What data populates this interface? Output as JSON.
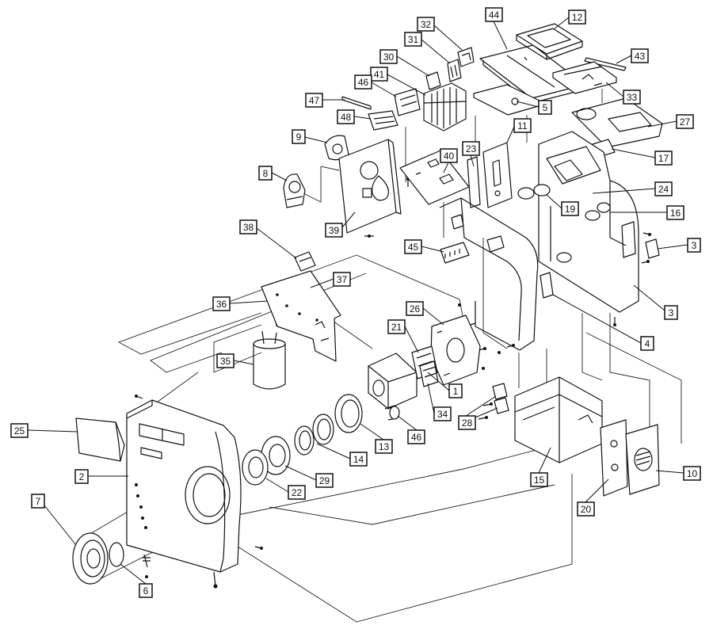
{
  "diagram": {
    "labels": [
      "44",
      "12",
      "32",
      "43",
      "31",
      "30",
      "41",
      "46",
      "47",
      "48",
      "33",
      "5",
      "27",
      "11",
      "9",
      "23",
      "40",
      "17",
      "8",
      "24",
      "19",
      "16",
      "38",
      "3",
      "45",
      "39",
      "37",
      "36",
      "3",
      "26",
      "21",
      "4",
      "35",
      "1",
      "34",
      "28",
      "46",
      "13",
      "25",
      "14",
      "2",
      "15",
      "29",
      "22",
      "10",
      "7",
      "20",
      "6"
    ]
  }
}
